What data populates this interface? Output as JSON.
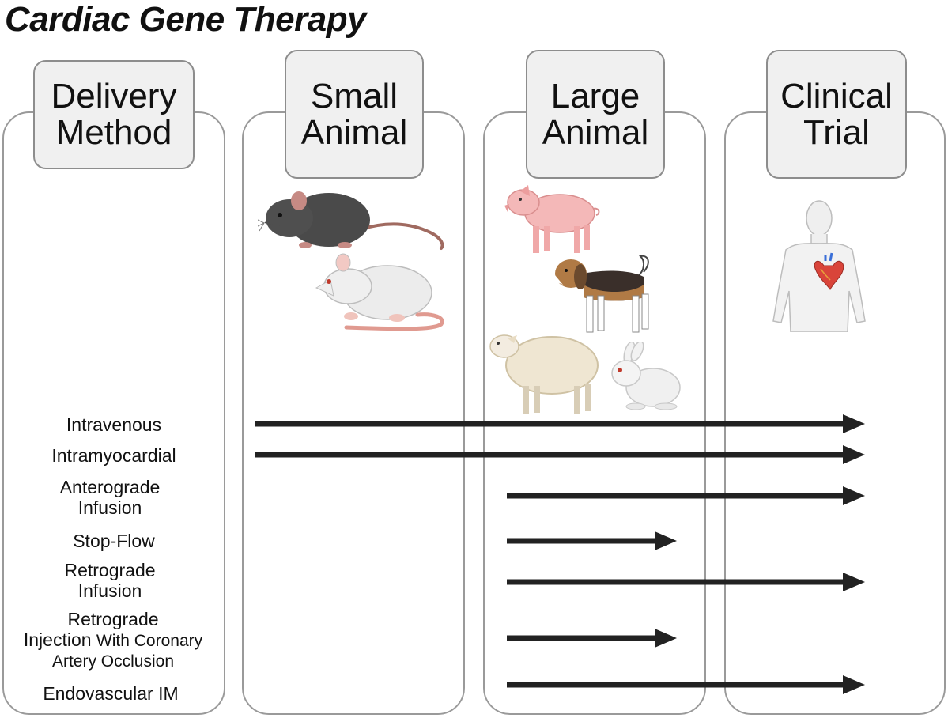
{
  "title": "Cardiac Gene Therapy",
  "columns": [
    {
      "header_line1": "Delivery",
      "header_line2": "Method"
    },
    {
      "header_line1": "Small",
      "header_line2": "Animal"
    },
    {
      "header_line1": "Large",
      "header_line2": "Animal"
    },
    {
      "header_line1": "Clinical",
      "header_line2": "Trial"
    }
  ],
  "methods": [
    {
      "label": "Intravenous",
      "reaches": "Clinical Trial"
    },
    {
      "label": "Intramyocardial",
      "reaches": "Clinical Trial"
    },
    {
      "label_line1": "Anterograde",
      "label_line2": "Infusion",
      "reaches": "Clinical Trial"
    },
    {
      "label": "Stop-Flow",
      "reaches": "Large Animal"
    },
    {
      "label_line1": "Retrograde",
      "label_line2": "Infusion",
      "reaches": "Clinical Trial"
    },
    {
      "label_line1": "Retrograde",
      "label_line2a": "Injection",
      "label_line2b": "With Coronary",
      "label_line3": "Artery Occlusion",
      "reaches": "Large Animal"
    },
    {
      "label": "Endovascular IM",
      "reaches": "Clinical Trial"
    }
  ],
  "illustrations": {
    "small_animal": [
      "mouse-icon",
      "rat-icon"
    ],
    "large_animal": [
      "pig-icon",
      "dog-icon",
      "sheep-icon",
      "rabbit-icon"
    ],
    "clinical_trial": [
      "human-with-heart-icon"
    ]
  },
  "colors": {
    "arrow": "#222222",
    "header_fill": "#f0f0f0",
    "border": "#9a9a9a"
  }
}
